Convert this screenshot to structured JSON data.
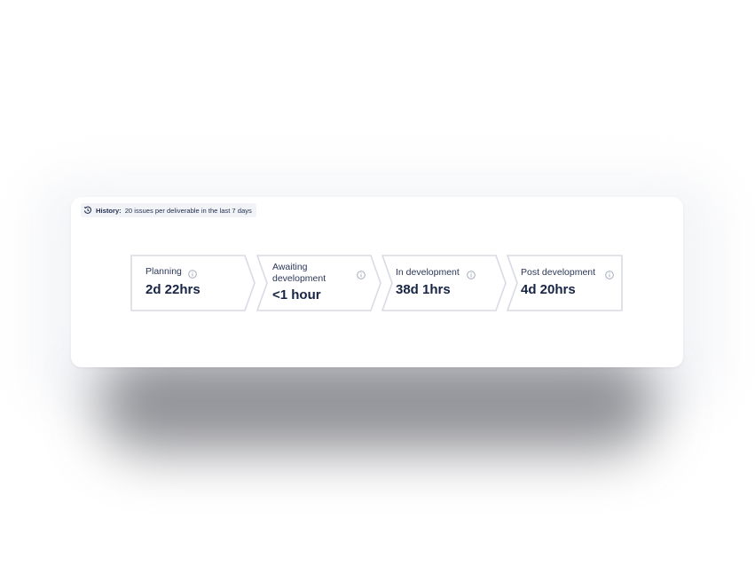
{
  "history": {
    "label": "History:",
    "text": "20 issues per deliverable in the last 7 days",
    "icon": "history-icon"
  },
  "stages": [
    {
      "title": "Planning",
      "value": "2d 22hrs",
      "icon": "info-icon"
    },
    {
      "title": "Awaiting development",
      "title_line1": "Awaiting",
      "title_line2": "development",
      "value": "<1 hour",
      "icon": "info-icon"
    },
    {
      "title": "In development",
      "value": "38d 1hrs",
      "icon": "info-icon"
    },
    {
      "title": "Post development",
      "value": "4d 20hrs",
      "icon": "info-icon"
    }
  ],
  "colors": {
    "border": "#d8dbe3",
    "text": "#172445",
    "info": "#9aa3b5",
    "badge_bg": "#f1f3f7"
  }
}
